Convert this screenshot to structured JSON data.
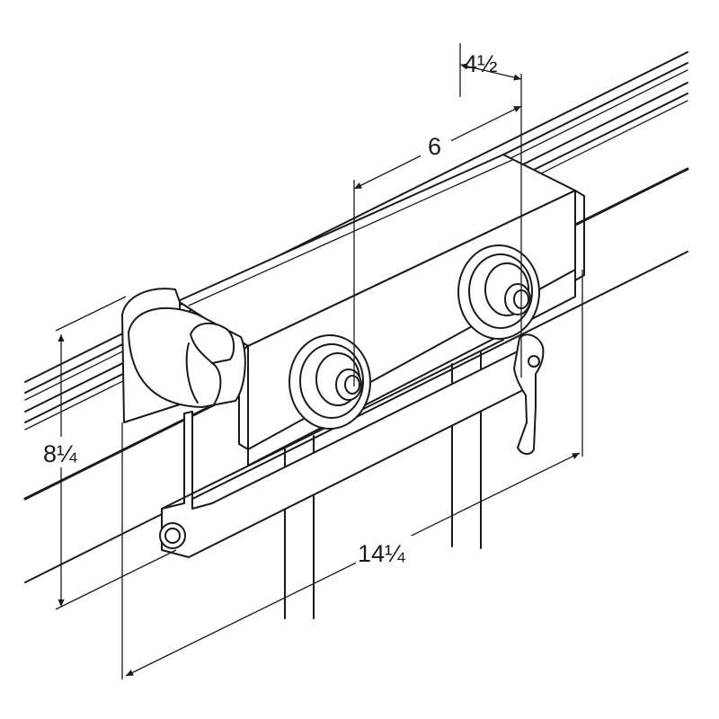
{
  "dimensions": {
    "offset": "4½",
    "spacing": "6",
    "height": "8¼",
    "overall_width": "14¼"
  }
}
